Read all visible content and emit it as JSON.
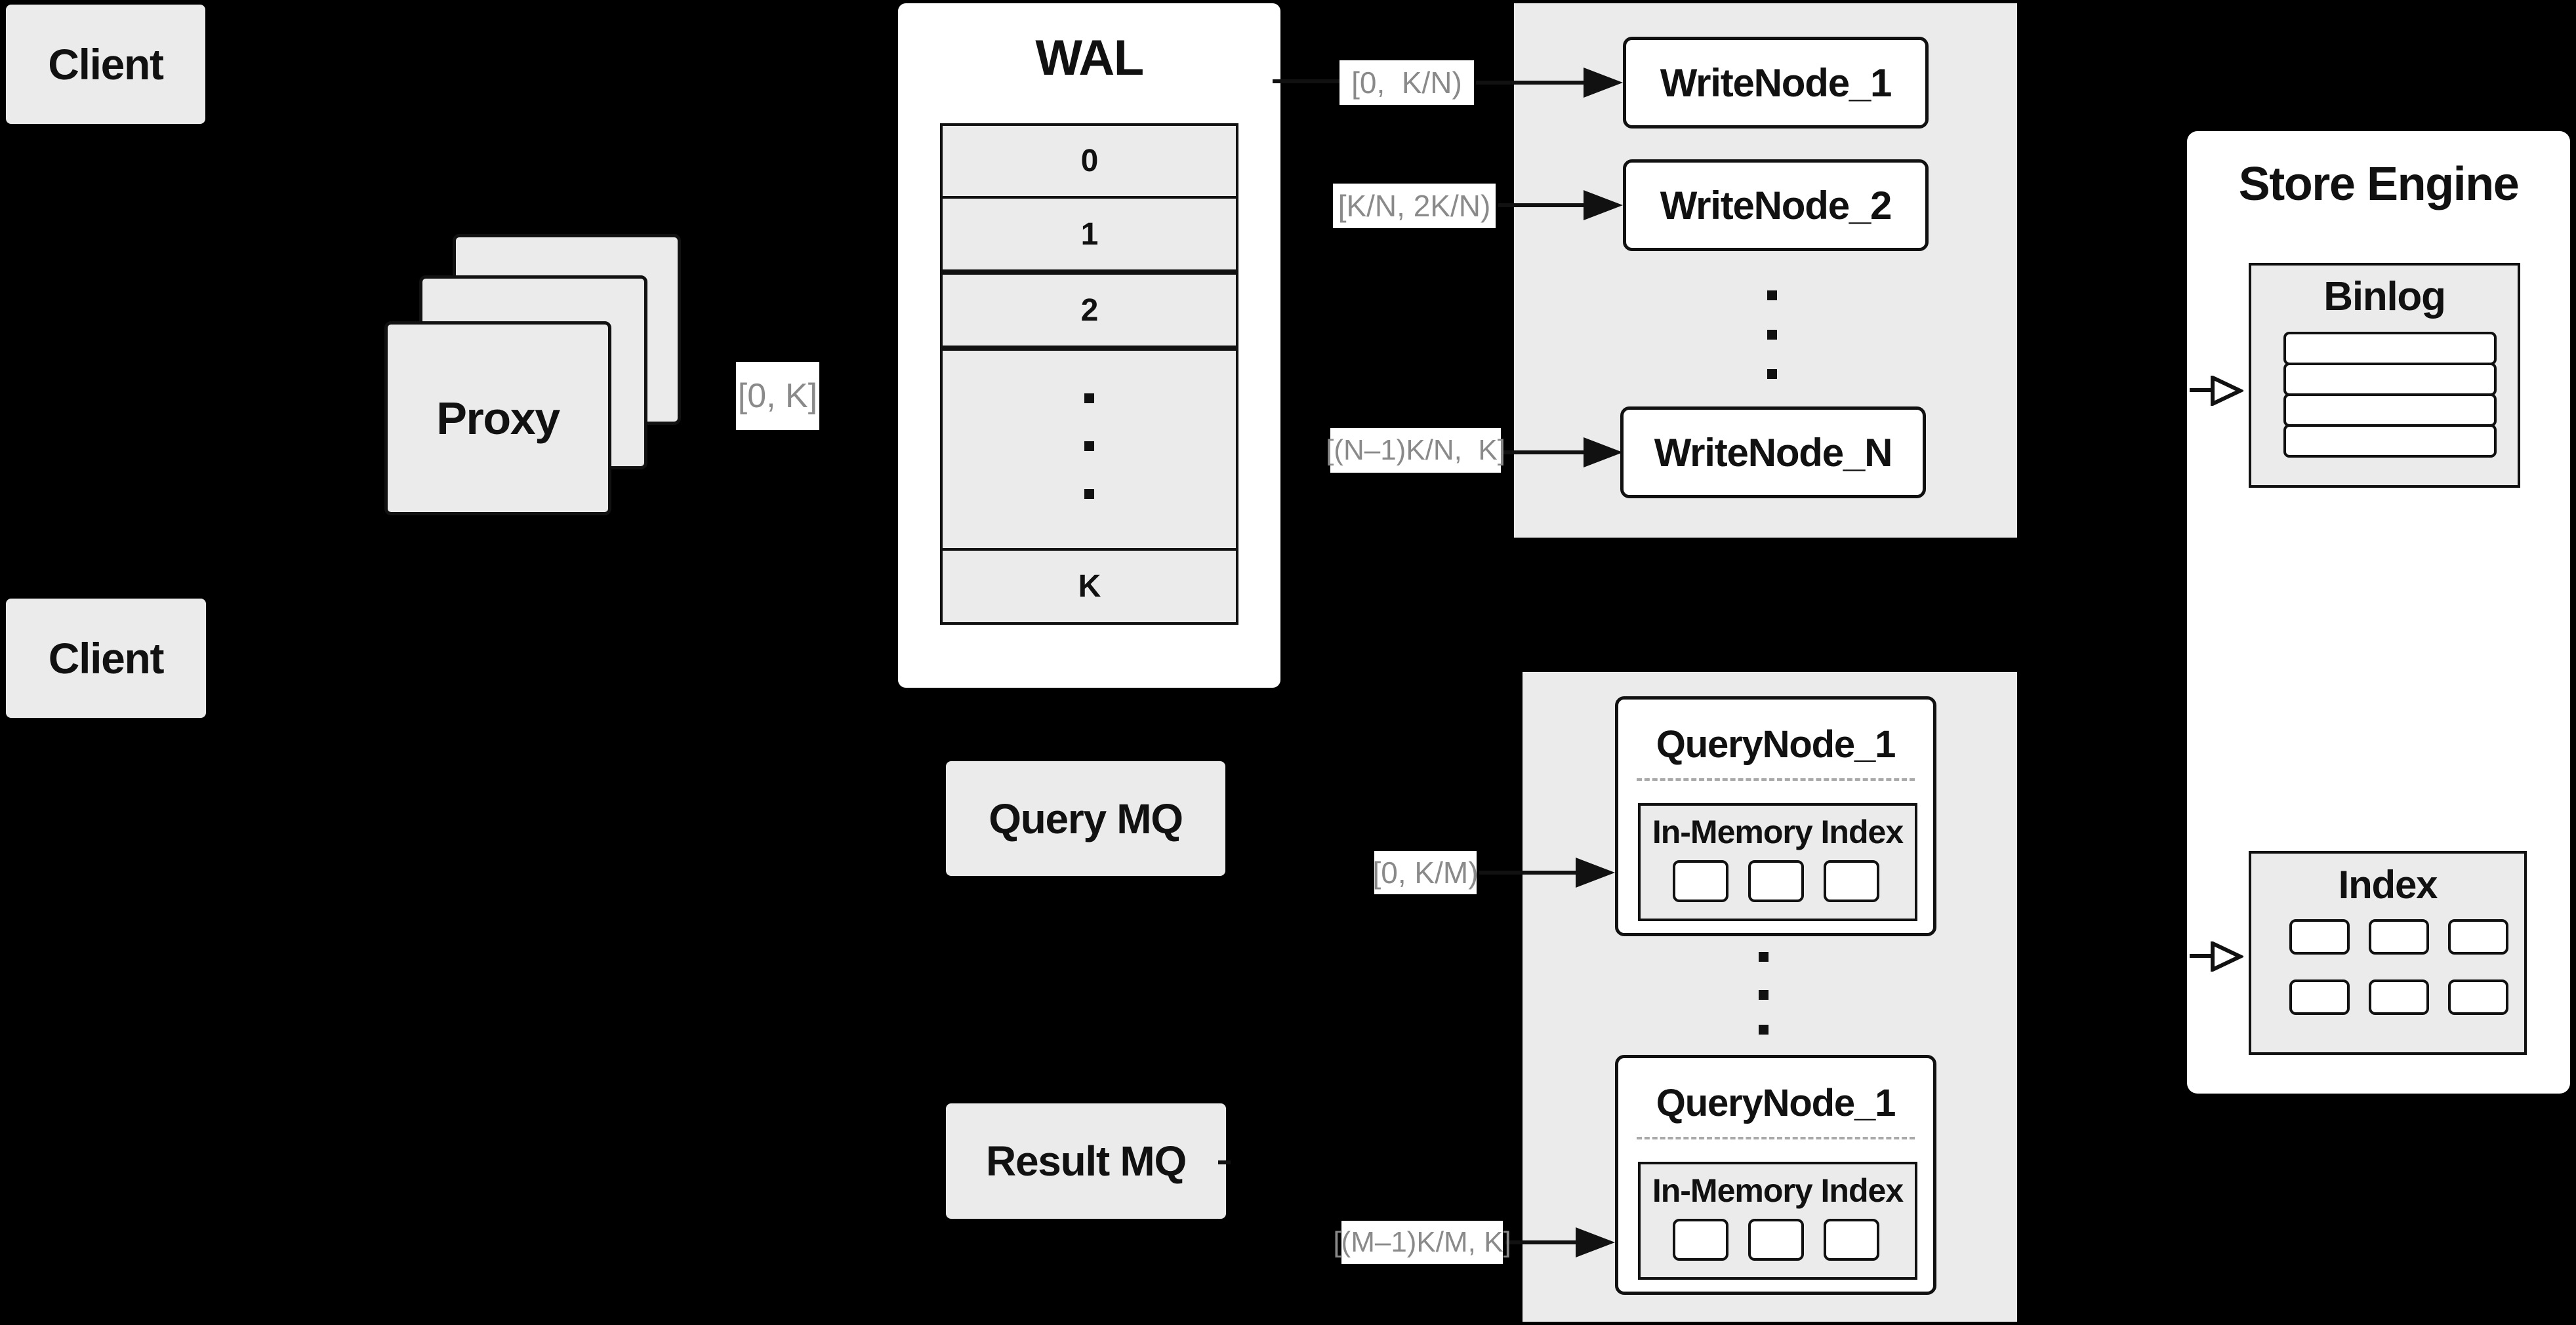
{
  "colors": {
    "background": "#000000",
    "box_fill": "#ebebeb",
    "panel_white": "#ffffff",
    "ink": "#111111",
    "range_label_text": "#8a8a8a",
    "dashed_separator": "#a9a9a9"
  },
  "client_top": {
    "label": "Client"
  },
  "client_bottom": {
    "label": "Client"
  },
  "proxy": {
    "label": "Proxy"
  },
  "range_labels": {
    "proxy_to_wal": "[0, K]",
    "wal_to_write_1": "[0,  K/N)",
    "wal_to_write_2": "[K/N, 2K/N)",
    "wal_to_write_n": "[(N–1)K/N,  K]",
    "query_node_1": "[0, K/M)",
    "query_node_m": "[(M–1)K/M, K]"
  },
  "wal": {
    "title": "WAL",
    "rows": [
      "0",
      "1",
      "2",
      "K"
    ]
  },
  "write_cluster": {
    "node_1": "WriteNode_1",
    "node_2": "WriteNode_2",
    "node_n": "WriteNode_N"
  },
  "query_cluster": {
    "node_top": {
      "title": "QueryNode_1",
      "inner": "In-Memory Index"
    },
    "node_bottom": {
      "title": "QueryNode_1",
      "inner": "In-Memory Index"
    }
  },
  "mq": {
    "query": "Query MQ",
    "result": "Result MQ"
  },
  "store_engine": {
    "title": "Store Engine",
    "binlog_title": "Binlog",
    "index_title": "Index"
  }
}
